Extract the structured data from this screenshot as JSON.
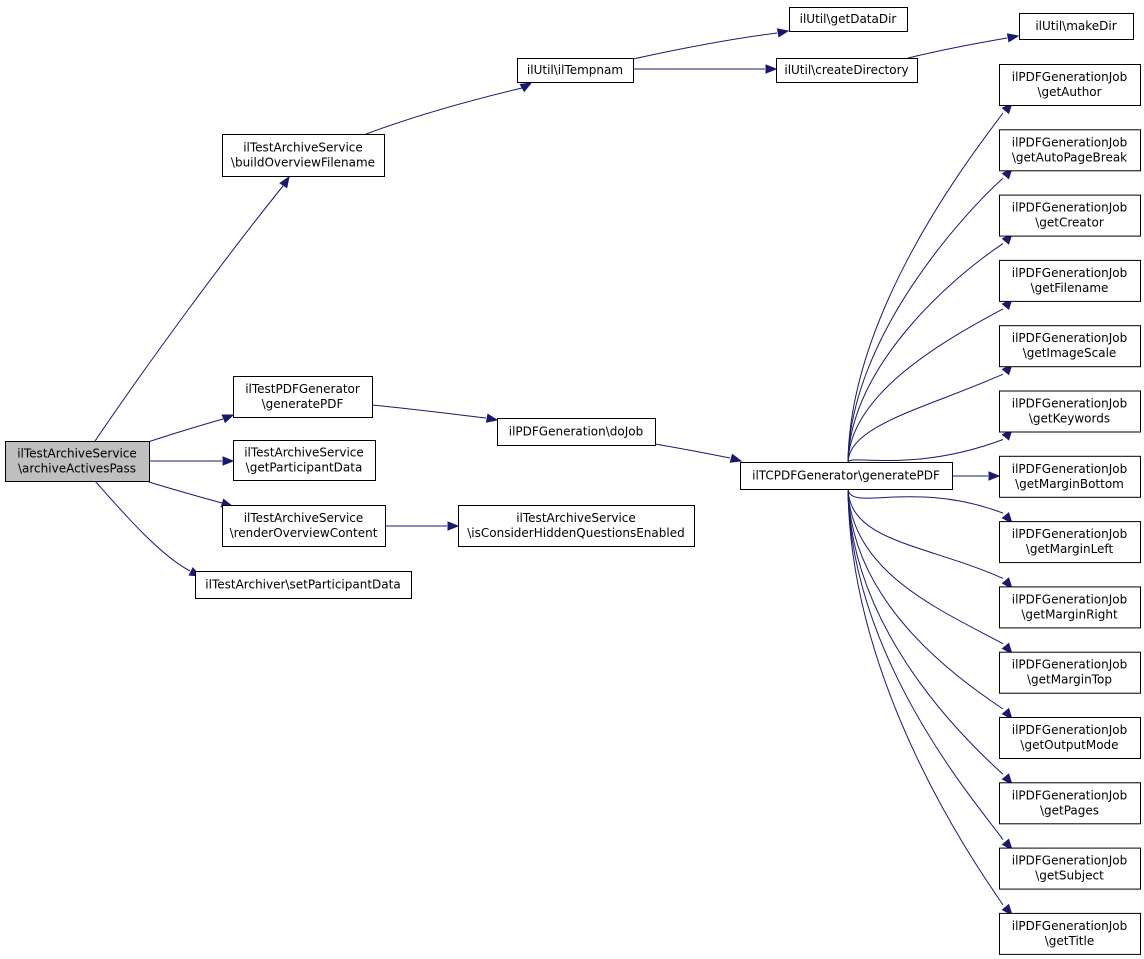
{
  "colors": {
    "edge": "#191970",
    "root_fill": "#bfbfbf",
    "node_fill": "#ffffff",
    "border": "#000000"
  },
  "nodes": [
    {
      "id": "root",
      "lines": [
        "ilTestArchiveService",
        "\\archiveActivesPass"
      ],
      "highlight": true
    },
    {
      "id": "buildOverviewFilename",
      "lines": [
        "ilTestArchiveService",
        "\\buildOverviewFilename"
      ]
    },
    {
      "id": "ilTempnam",
      "lines": [
        "ilUtil\\ilTempnam"
      ]
    },
    {
      "id": "getDataDir",
      "lines": [
        "ilUtil\\getDataDir"
      ]
    },
    {
      "id": "createDirectory",
      "lines": [
        "ilUtil\\createDirectory"
      ]
    },
    {
      "id": "makeDir",
      "lines": [
        "ilUtil\\makeDir"
      ]
    },
    {
      "id": "pdfGeneratePDF",
      "lines": [
        "ilTestPDFGenerator",
        "\\generatePDF"
      ]
    },
    {
      "id": "doJob",
      "lines": [
        "ilPDFGeneration\\doJob"
      ]
    },
    {
      "id": "tcpdfGeneratePDF",
      "lines": [
        "ilTCPDFGenerator\\generatePDF"
      ]
    },
    {
      "id": "getParticipantData",
      "lines": [
        "ilTestArchiveService",
        "\\getParticipantData"
      ]
    },
    {
      "id": "renderOverviewContent",
      "lines": [
        "ilTestArchiveService",
        "\\renderOverviewContent"
      ]
    },
    {
      "id": "isConsiderHidden",
      "lines": [
        "ilTestArchiveService",
        "\\isConsiderHiddenQuestionsEnabled"
      ]
    },
    {
      "id": "setParticipantData",
      "lines": [
        "ilTestArchiver\\setParticipantData"
      ]
    },
    {
      "id": "getAuthor",
      "lines": [
        "ilPDFGenerationJob",
        "\\getAuthor"
      ]
    },
    {
      "id": "getAutoPageBreak",
      "lines": [
        "ilPDFGenerationJob",
        "\\getAutoPageBreak"
      ]
    },
    {
      "id": "getCreator",
      "lines": [
        "ilPDFGenerationJob",
        "\\getCreator"
      ]
    },
    {
      "id": "getFilename",
      "lines": [
        "ilPDFGenerationJob",
        "\\getFilename"
      ]
    },
    {
      "id": "getImageScale",
      "lines": [
        "ilPDFGenerationJob",
        "\\getImageScale"
      ]
    },
    {
      "id": "getKeywords",
      "lines": [
        "ilPDFGenerationJob",
        "\\getKeywords"
      ]
    },
    {
      "id": "getMarginBottom",
      "lines": [
        "ilPDFGenerationJob",
        "\\getMarginBottom"
      ]
    },
    {
      "id": "getMarginLeft",
      "lines": [
        "ilPDFGenerationJob",
        "\\getMarginLeft"
      ]
    },
    {
      "id": "getMarginRight",
      "lines": [
        "ilPDFGenerationJob",
        "\\getMarginRight"
      ]
    },
    {
      "id": "getMarginTop",
      "lines": [
        "ilPDFGenerationJob",
        "\\getMarginTop"
      ]
    },
    {
      "id": "getOutputMode",
      "lines": [
        "ilPDFGenerationJob",
        "\\getOutputMode"
      ]
    },
    {
      "id": "getPages",
      "lines": [
        "ilPDFGenerationJob",
        "\\getPages"
      ]
    },
    {
      "id": "getSubject",
      "lines": [
        "ilPDFGenerationJob",
        "\\getSubject"
      ]
    },
    {
      "id": "getTitle",
      "lines": [
        "ilPDFGenerationJob",
        "\\getTitle"
      ]
    }
  ],
  "edges": [
    {
      "from": "root",
      "to": "buildOverviewFilename"
    },
    {
      "from": "root",
      "to": "pdfGeneratePDF"
    },
    {
      "from": "root",
      "to": "getParticipantData"
    },
    {
      "from": "root",
      "to": "renderOverviewContent"
    },
    {
      "from": "root",
      "to": "setParticipantData"
    },
    {
      "from": "buildOverviewFilename",
      "to": "ilTempnam"
    },
    {
      "from": "ilTempnam",
      "to": "getDataDir"
    },
    {
      "from": "ilTempnam",
      "to": "createDirectory"
    },
    {
      "from": "createDirectory",
      "to": "makeDir"
    },
    {
      "from": "pdfGeneratePDF",
      "to": "doJob"
    },
    {
      "from": "doJob",
      "to": "tcpdfGeneratePDF"
    },
    {
      "from": "renderOverviewContent",
      "to": "isConsiderHidden"
    },
    {
      "from": "tcpdfGeneratePDF",
      "to": "getAuthor"
    },
    {
      "from": "tcpdfGeneratePDF",
      "to": "getAutoPageBreak"
    },
    {
      "from": "tcpdfGeneratePDF",
      "to": "getCreator"
    },
    {
      "from": "tcpdfGeneratePDF",
      "to": "getFilename"
    },
    {
      "from": "tcpdfGeneratePDF",
      "to": "getImageScale"
    },
    {
      "from": "tcpdfGeneratePDF",
      "to": "getKeywords"
    },
    {
      "from": "tcpdfGeneratePDF",
      "to": "getMarginBottom"
    },
    {
      "from": "tcpdfGeneratePDF",
      "to": "getMarginLeft"
    },
    {
      "from": "tcpdfGeneratePDF",
      "to": "getMarginRight"
    },
    {
      "from": "tcpdfGeneratePDF",
      "to": "getMarginTop"
    },
    {
      "from": "tcpdfGeneratePDF",
      "to": "getOutputMode"
    },
    {
      "from": "tcpdfGeneratePDF",
      "to": "getPages"
    },
    {
      "from": "tcpdfGeneratePDF",
      "to": "getSubject"
    },
    {
      "from": "tcpdfGeneratePDF",
      "to": "getTitle"
    }
  ]
}
